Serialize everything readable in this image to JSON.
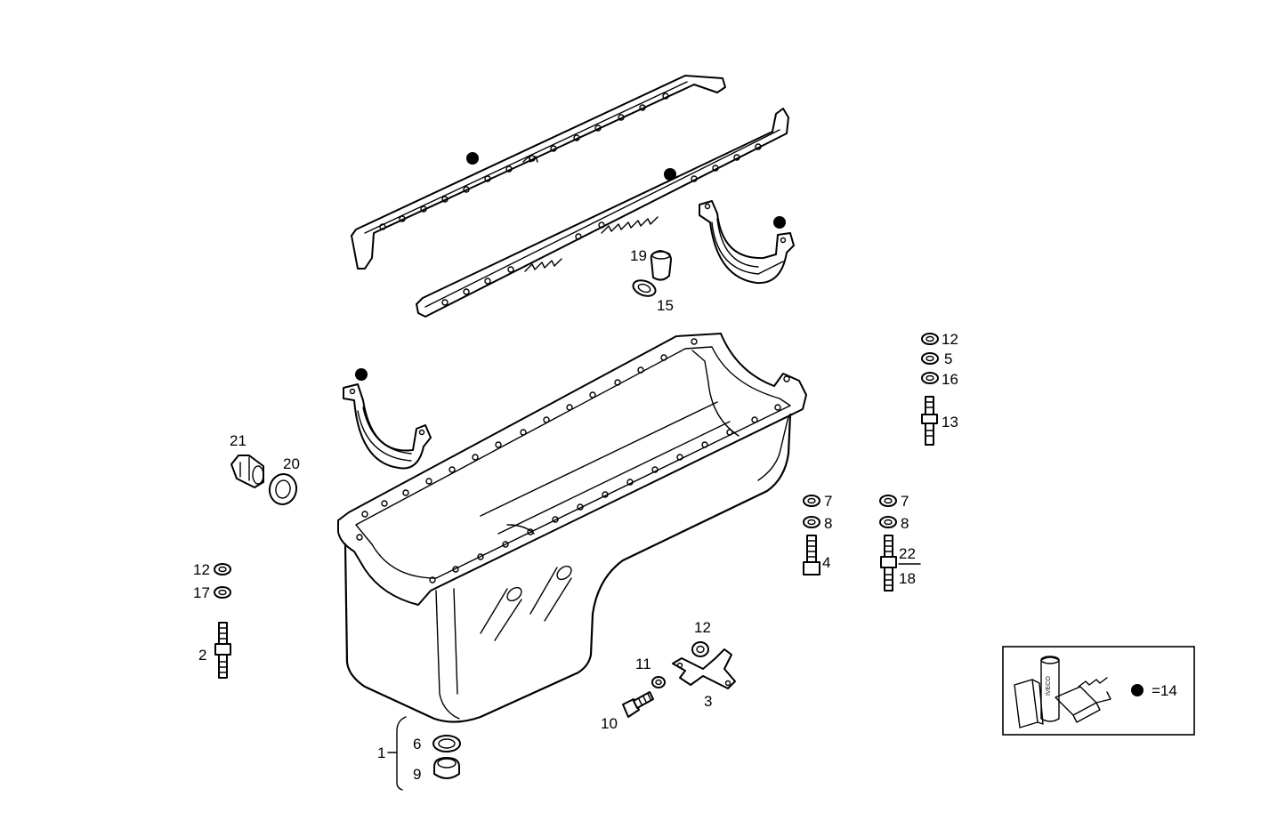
{
  "labels": {
    "l1": "1",
    "l2": "2",
    "l3": "3",
    "l4": "4",
    "l5": "5",
    "l6": "6",
    "l7a": "7",
    "l7b": "7",
    "l8a": "8",
    "l8b": "8",
    "l9": "9",
    "l10": "10",
    "l11": "11",
    "l12a": "12",
    "l12b": "12",
    "l12c": "12",
    "l13": "13",
    "l15": "15",
    "l16": "16",
    "l17": "17",
    "l18": "18",
    "l19": "19",
    "l20": "20",
    "l21": "21",
    "l22": "22"
  },
  "legend": {
    "text": "=14",
    "box_brand": "IVECO"
  }
}
